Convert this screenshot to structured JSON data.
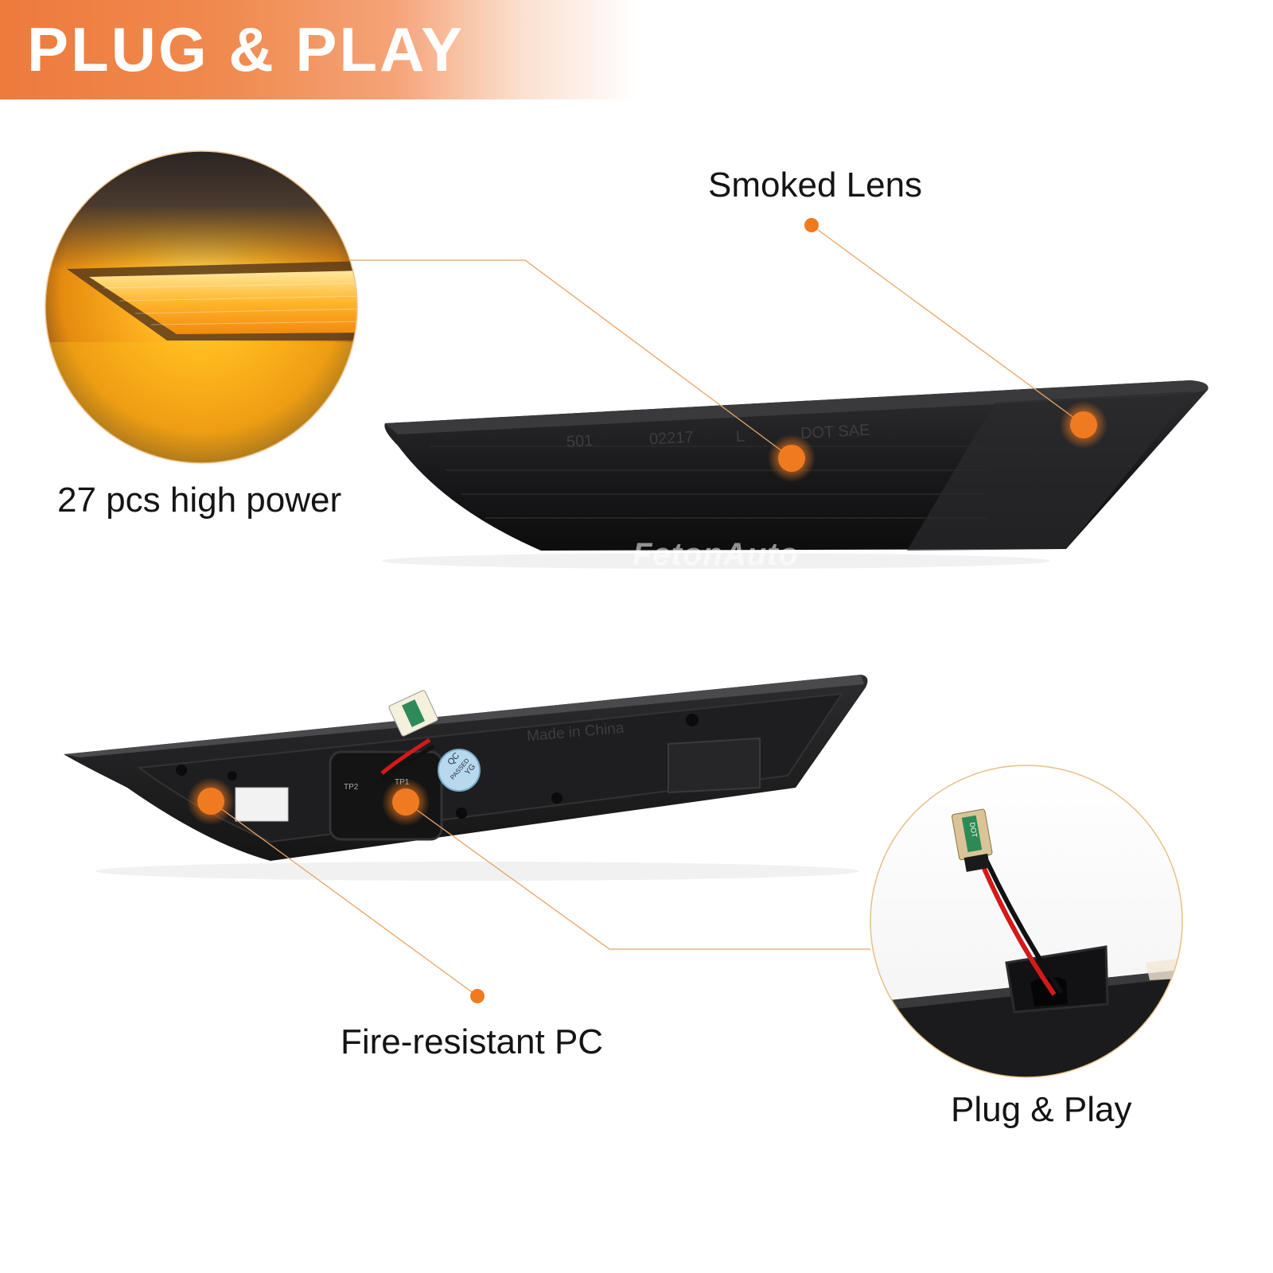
{
  "banner": {
    "title": "PLUG  & PLAY"
  },
  "callouts": {
    "smoked_lens": "Smoked Lens",
    "high_power": "27 pcs high power",
    "fire_resistant": "Fire-resistant PC",
    "plug_play": "Plug & Play"
  },
  "watermark": "FetonAuto",
  "lens_markings": {
    "code": "501",
    "approval": "02217",
    "side": "L",
    "dot": "DOT SAE"
  },
  "housing_markings": {
    "made_in": "Made in China",
    "qc": "QC",
    "passed": "PASSED",
    "yg": "YG",
    "tp2": "TP2",
    "tp1": "TP1",
    "connector": "DOT"
  },
  "colors": {
    "accent": "#ee7a3c",
    "dot": "#f07a20",
    "amber_glow": "#ffb020",
    "lens_dark": "#1c1c1e"
  }
}
